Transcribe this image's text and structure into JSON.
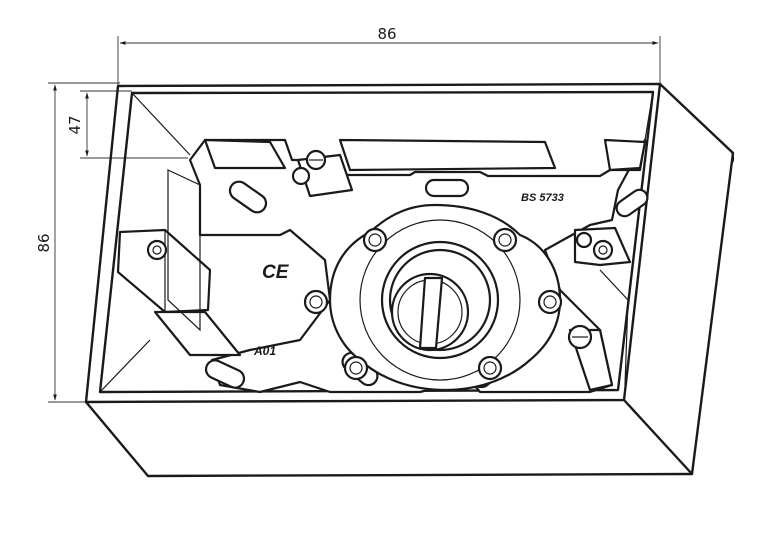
{
  "dimensions": {
    "width_label": "86",
    "height_label": "86",
    "depth_label": "47"
  },
  "markings": {
    "ce_mark": "CE",
    "standard": "BS 5733",
    "model": "A01"
  },
  "colors": {
    "line": "#1a1a1a",
    "background": "#ffffff"
  }
}
